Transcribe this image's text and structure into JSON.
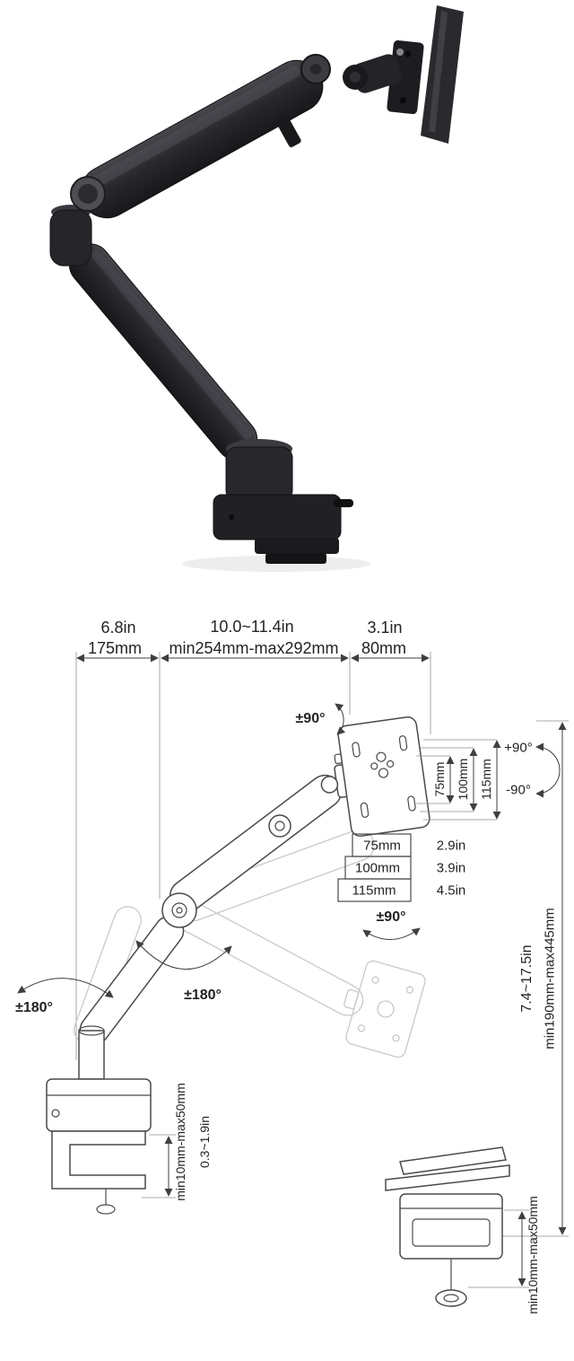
{
  "page": {
    "title": "Gas spring single monitor desk mount arm — product photo and dimension diagram",
    "line_color": "#4a4a4a",
    "arm_color": "#26262a"
  },
  "photo": {
    "name": "black-gas-spring-monitor-arm-with-desk-clamp"
  },
  "dimensions": {
    "top": {
      "left": {
        "inches": "6.8in",
        "mm": "175mm"
      },
      "middle": {
        "inches": "10.0~11.4in",
        "mm": "min254mm-max292mm"
      },
      "right": {
        "inches": "3.1in",
        "mm": "80mm"
      }
    },
    "vesa": {
      "tilt": "±90°",
      "rotate_plus": "+90°",
      "rotate_minus": "-90°",
      "side": {
        "s75": "75mm",
        "s100": "100mm",
        "s115": "115mm"
      },
      "bottom": {
        "b75": {
          "mm": "75mm",
          "inches": "2.9in"
        },
        "b100": {
          "mm": "100mm",
          "inches": "3.9in"
        },
        "b115": {
          "mm": "115mm",
          "inches": "4.5in"
        }
      },
      "swivel": "±90°"
    },
    "arm": {
      "elbow_swivel": "±180°",
      "base_swivel": "±180°"
    },
    "height_range": {
      "inches": "7.4~17.5in",
      "mm": "min190mm-max445mm"
    },
    "clamp_range": {
      "mm": "min10mm-max50mm",
      "inches": "0.3~1.9in"
    },
    "clamp_detail": {
      "mm": "min10mm-max50mm"
    }
  }
}
